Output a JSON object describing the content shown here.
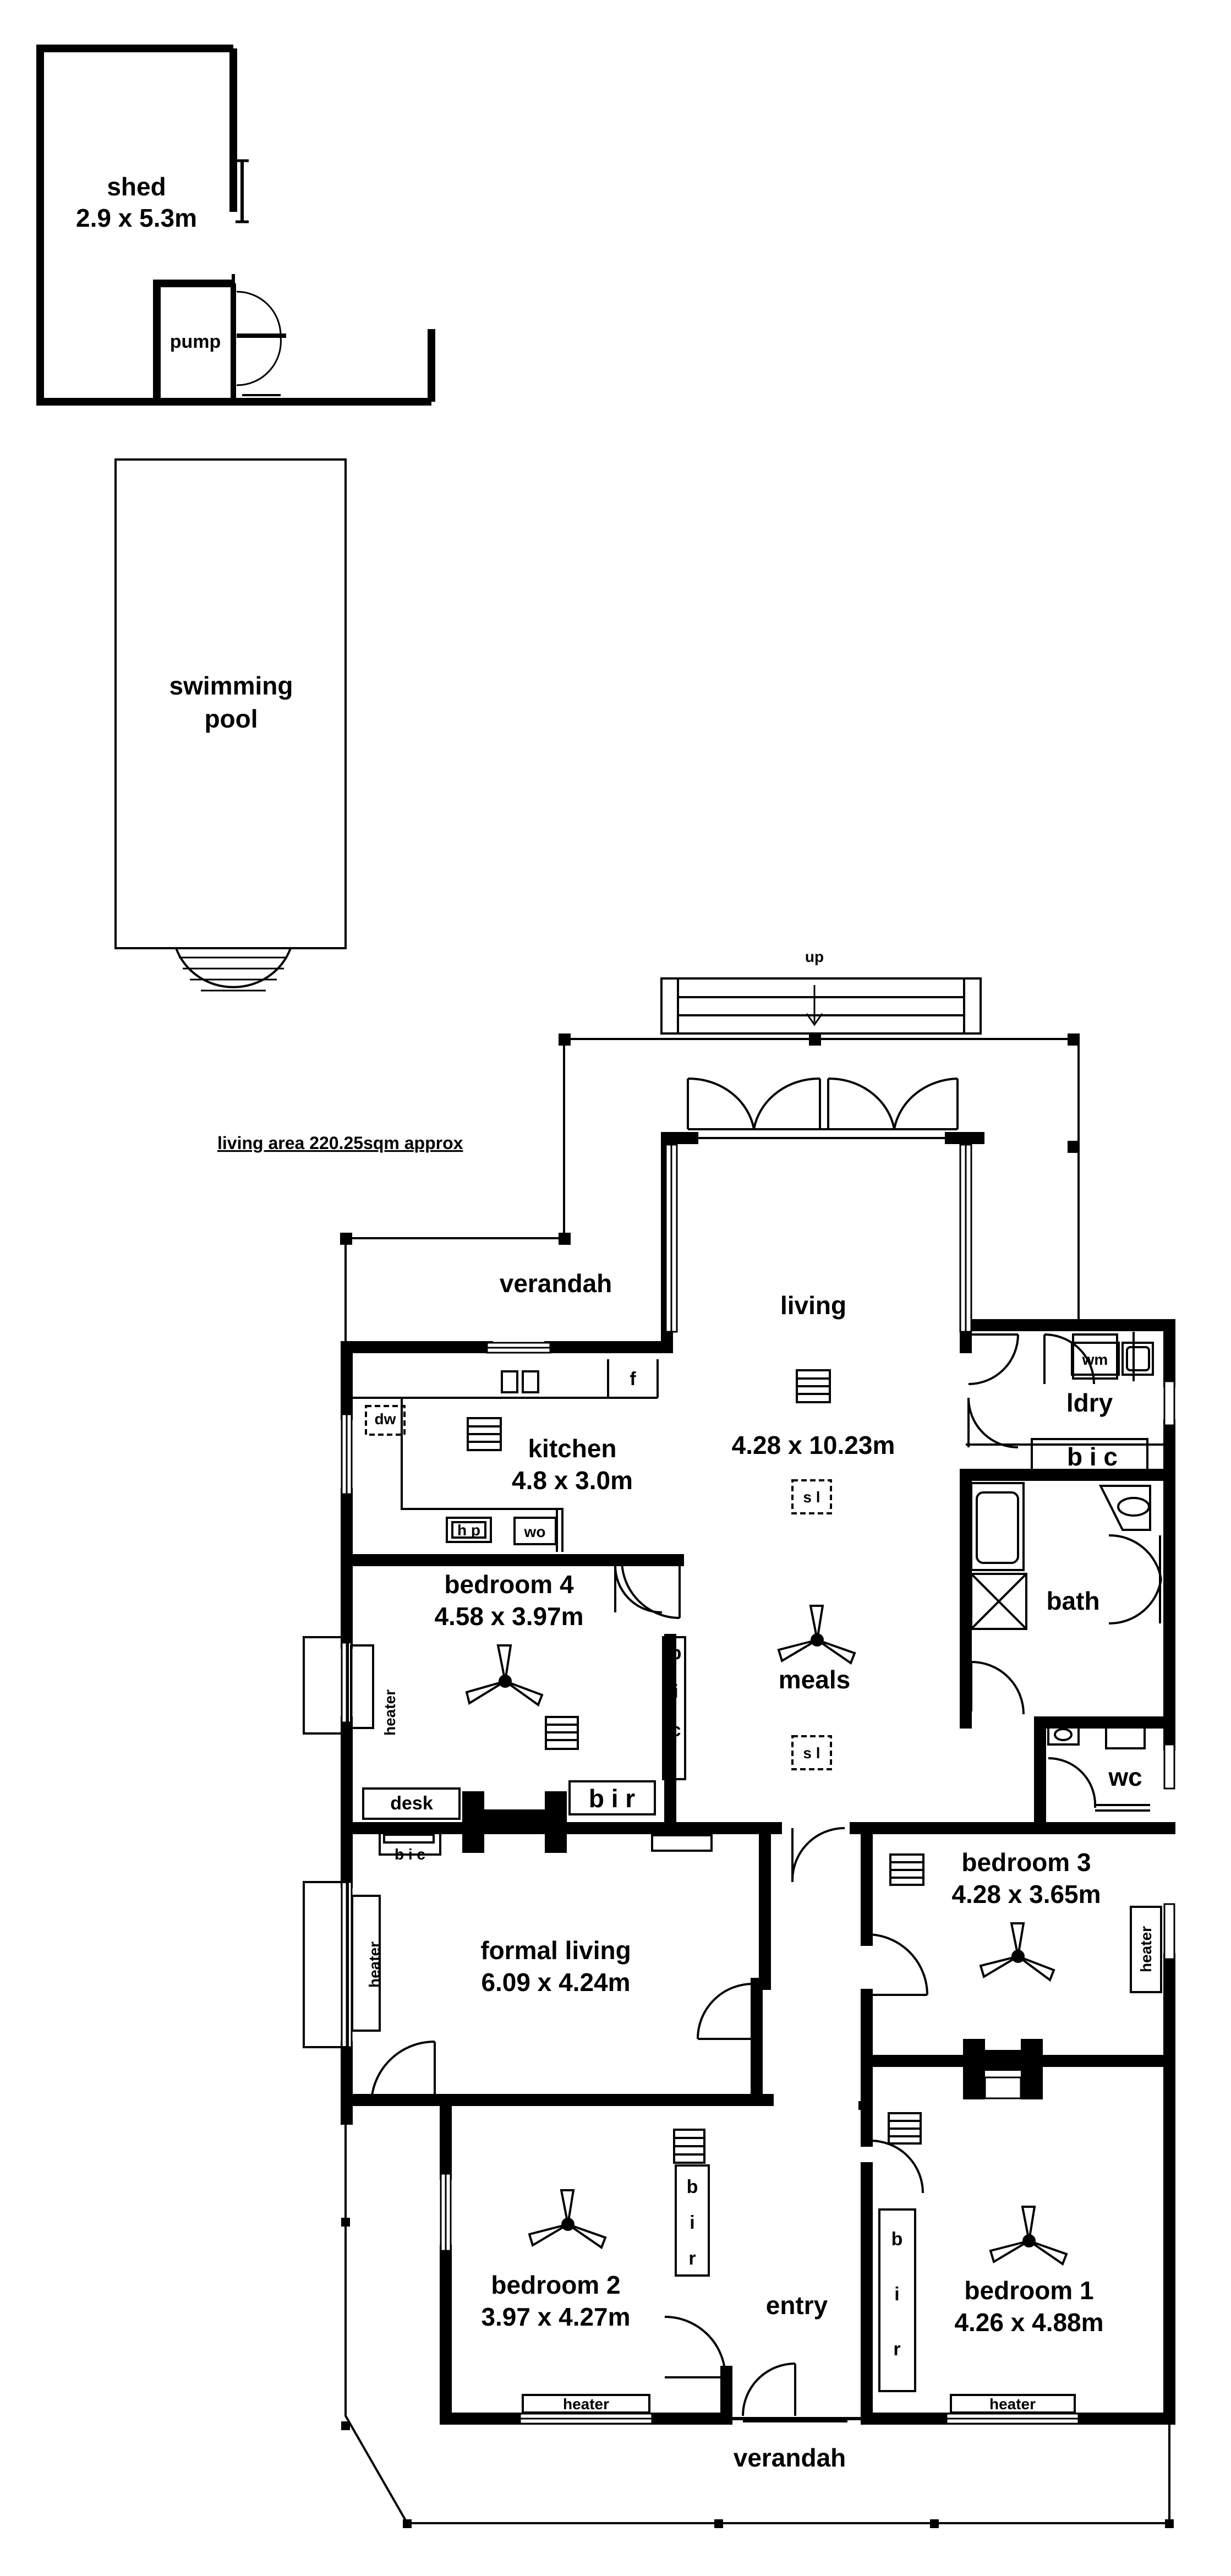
{
  "plan": {
    "note": "living area 220.25sqm approx",
    "rooms": {
      "shed": {
        "name": "shed",
        "size": "2.9 x 5.3m"
      },
      "pump": {
        "name": "pump"
      },
      "pool": {
        "line1": "swimming",
        "line2": "pool"
      },
      "verandah_rear": {
        "name": "verandah"
      },
      "verandah_front": {
        "name": "verandah"
      },
      "living": {
        "name": "living",
        "size": "4.28 x 10.23m"
      },
      "meals": {
        "name": "meals"
      },
      "kitchen": {
        "name": "kitchen",
        "size": "4.8 x 3.0m"
      },
      "laundry": {
        "name": "ldry"
      },
      "bath": {
        "name": "bath"
      },
      "wc": {
        "name": "wc"
      },
      "bedroom4": {
        "name": "bedroom 4",
        "size": "4.58 x 3.97m"
      },
      "bedroom3": {
        "name": "bedroom 3",
        "size": "4.28 x 3.65m"
      },
      "formal_living": {
        "name": "formal living",
        "size": "6.09 x 4.24m"
      },
      "bedroom2": {
        "name": "bedroom 2",
        "size": "3.97 x 4.27m"
      },
      "bedroom1": {
        "name": "bedroom 1",
        "size": "4.26 x 4.88m"
      },
      "entry": {
        "name": "entry"
      }
    },
    "fixtures": {
      "up": "up",
      "f": "f",
      "dw": "dw",
      "hp": "h p",
      "wo": "wo",
      "wm": "wm",
      "bic_ldry": "b i c",
      "bic_b4": [
        "b",
        "i",
        "c"
      ],
      "bir_b4": "b i r",
      "desk": "desk",
      "bic_formal": "b i c",
      "bir_b2": [
        "b",
        "i",
        "r"
      ],
      "bir_b1": [
        "b",
        "i",
        "r"
      ],
      "sl": "s l",
      "heater": "heater"
    }
  }
}
